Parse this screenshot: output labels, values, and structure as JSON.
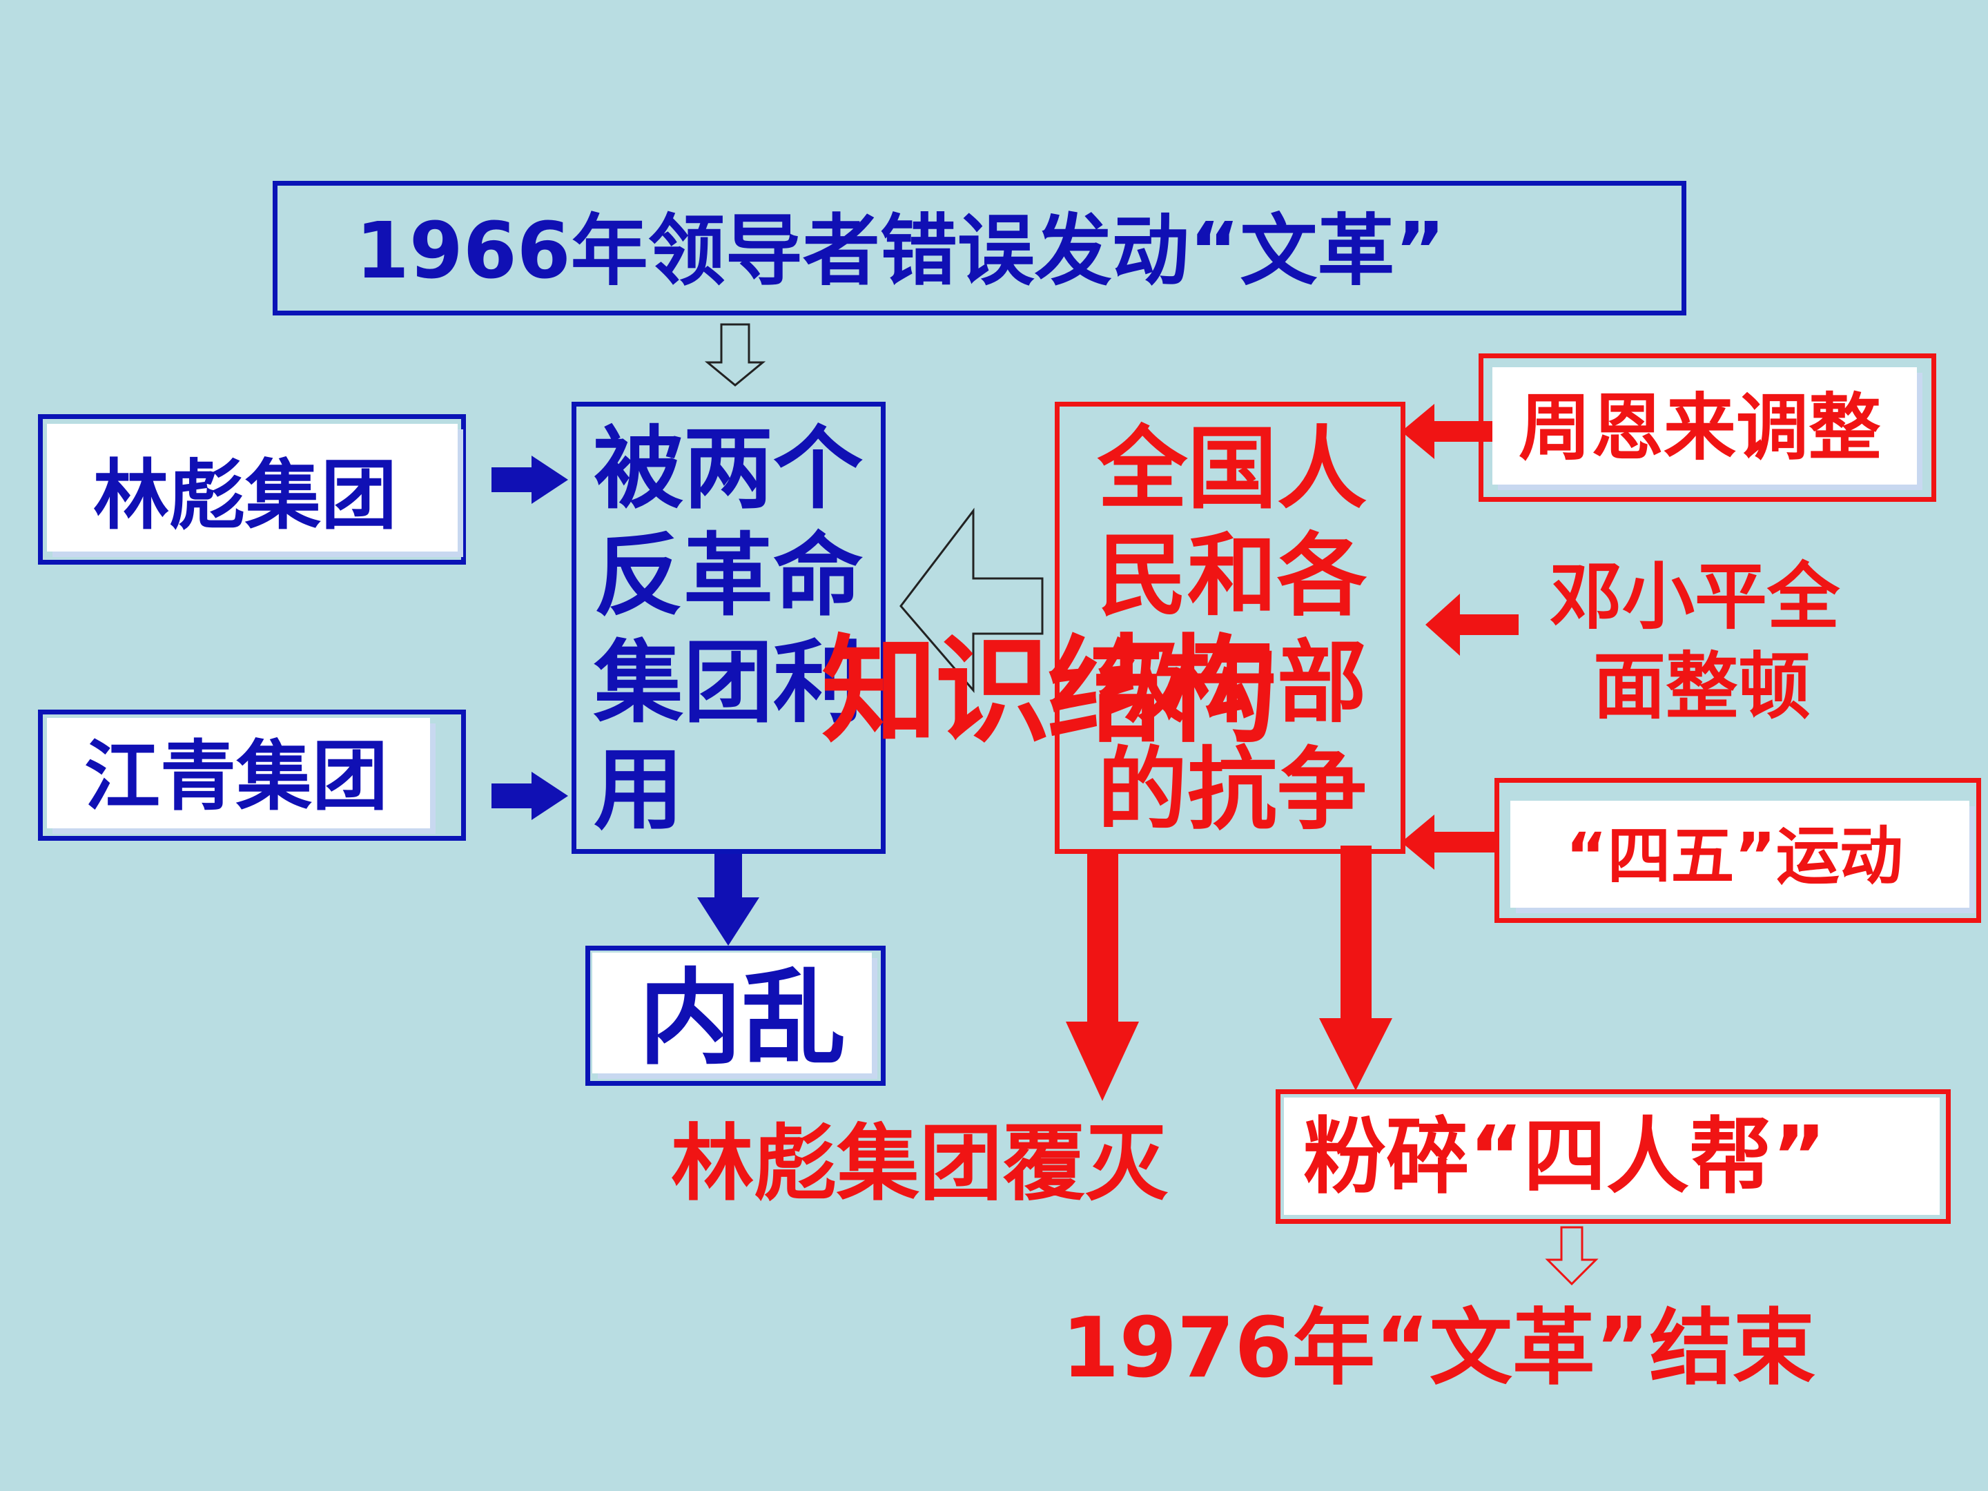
{
  "top_box": {
    "text": "1966年领导者错误发动“文革”"
  },
  "left_groups": [
    {
      "text": "林彪集团"
    },
    {
      "text": "江青集团"
    }
  ],
  "center_box": {
    "lines": [
      "被两个",
      "反革命",
      "集团利",
      "用"
    ]
  },
  "result_box": {
    "text": "内乱"
  },
  "struggle_box": {
    "lines": [
      "全国人",
      "民和各",
      "级干部",
      "的抗争"
    ]
  },
  "overlay_title": {
    "text": "知识结构"
  },
  "right_items": [
    {
      "text": "周恩来调整"
    },
    {
      "text": "邓小平全\n面整顿",
      "lines": [
        "邓小平全",
        "面整顿"
      ]
    },
    {
      "text": "“四五”运动"
    }
  ],
  "outcomes": [
    {
      "text": "林彪集团覆灭"
    },
    {
      "text": "粉碎“四人帮”"
    }
  ],
  "end_text": {
    "text": "1976年“文革”结束"
  },
  "colors": {
    "background": "#b9dde2",
    "blue": "#1010b4",
    "red": "#f01414"
  }
}
